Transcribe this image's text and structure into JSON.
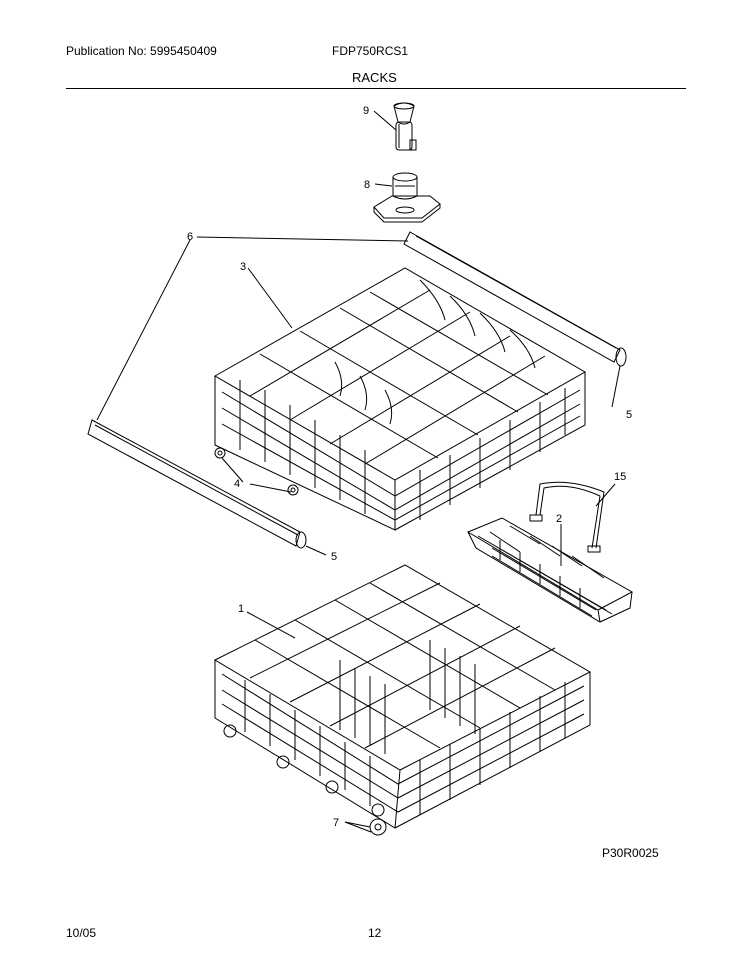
{
  "header": {
    "publication": "Publication No: 5995450409",
    "model": "FDP750RCS1",
    "section": "RACKS"
  },
  "diagram": {
    "code": "P30R0025",
    "callouts": [
      "1",
      "2",
      "3",
      "4",
      "5",
      "5",
      "6",
      "7",
      "8",
      "9",
      "15"
    ]
  },
  "footer": {
    "date": "10/05",
    "page": "12"
  }
}
